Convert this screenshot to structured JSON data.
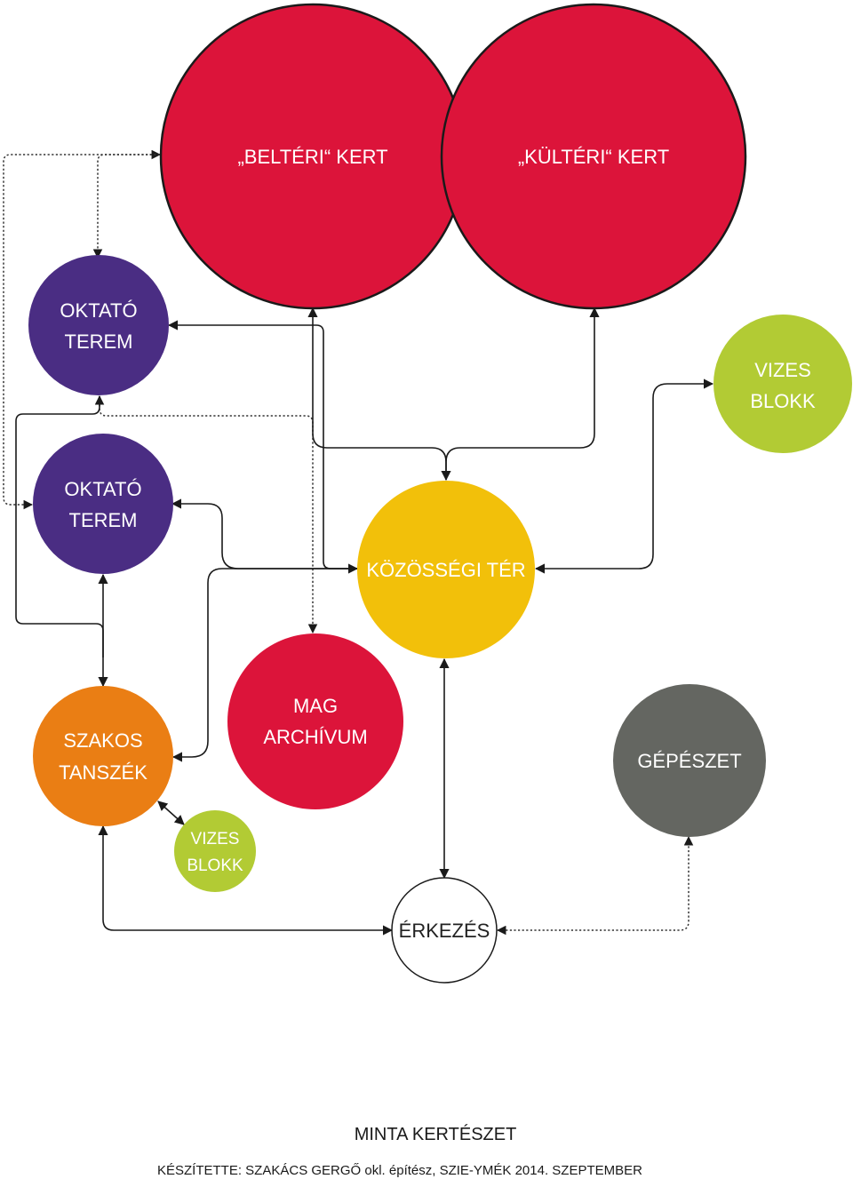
{
  "nodes": {
    "belteri_kert": {
      "line1": "„BELTÉRI“ KERT"
    },
    "kulteri_kert": {
      "line1": "„KÜLTÉRI“ KERT"
    },
    "oktato_terem_1": {
      "line1": "OKTATÓ",
      "line2": "TEREM"
    },
    "oktato_terem_2": {
      "line1": "OKTATÓ",
      "line2": "TEREM"
    },
    "vizes_blokk_1": {
      "line1": "VIZES",
      "line2": "BLOKK"
    },
    "kozossegi_ter": {
      "line1": "KÖZÖSSÉGI TÉR"
    },
    "mag_archivum": {
      "line1": "MAG",
      "line2": "ARCHÍVUM"
    },
    "szakos_tanszek": {
      "line1": "SZAKOS",
      "line2": "TANSZÉK"
    },
    "gepeszet": {
      "line1": "GÉPÉSZET"
    },
    "vizes_blokk_2": {
      "line1": "VIZES",
      "line2": "BLOKK"
    },
    "erkezes": {
      "line1": "ÉRKEZÉS"
    }
  },
  "colors": {
    "red": "#dc143a",
    "purple": "#4a2d83",
    "green": "#b2cb34",
    "yellow": "#f2c00a",
    "orange": "#ea7e14",
    "gray": "#646661"
  },
  "caption": {
    "title": "MINTA KERTÉSZET",
    "credit": "KÉSZÍTETTE: SZAKÁCS GERGŐ okl. építész, SZIE-YMÉK  2014. SZEPTEMBER"
  }
}
